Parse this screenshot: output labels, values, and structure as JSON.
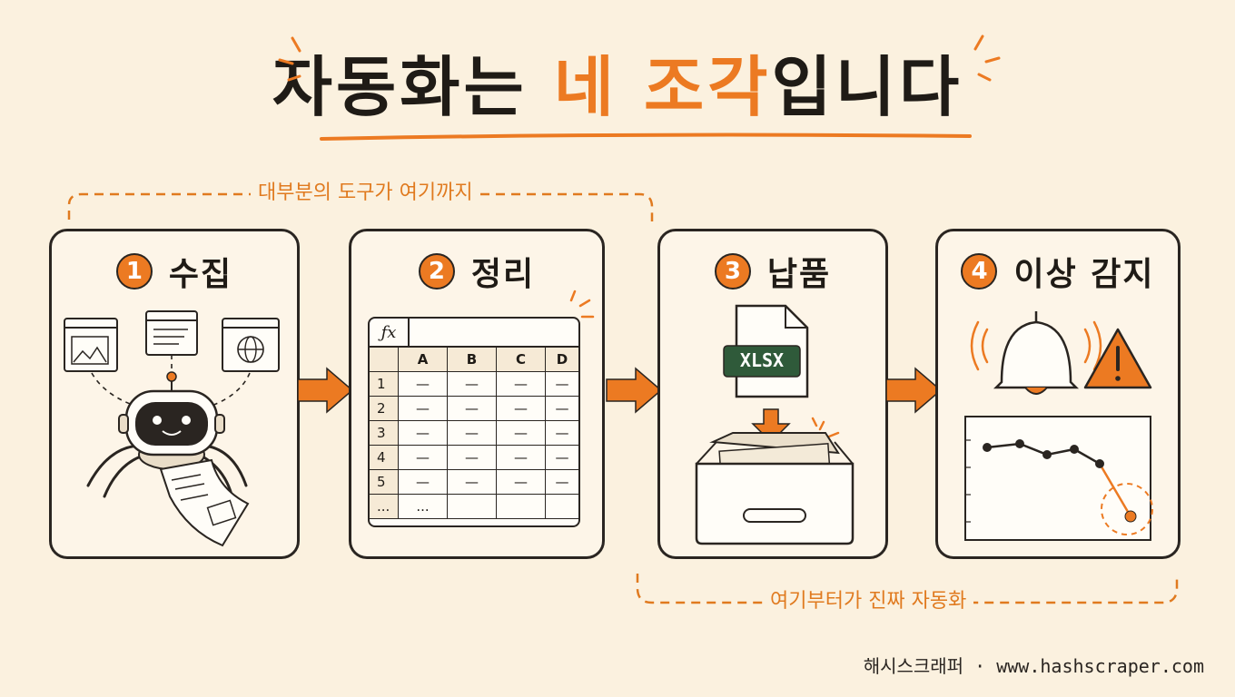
{
  "title": {
    "part1": "자동화는 ",
    "highlight": "네 조각",
    "part2": "입니다"
  },
  "annotations": {
    "top": "대부분의 도구가 여기까지",
    "bottom": "여기부터가 진짜 자동화"
  },
  "steps": [
    {
      "number": "1",
      "label": "수집"
    },
    {
      "number": "2",
      "label": "정리"
    },
    {
      "number": "3",
      "label": "납품"
    },
    {
      "number": "4",
      "label": "이상 감지"
    }
  ],
  "spreadsheet": {
    "formula_symbol": "ƒx",
    "columns": [
      "A",
      "B",
      "C",
      "D"
    ],
    "rows": [
      "1",
      "2",
      "3",
      "4",
      "5",
      "..."
    ],
    "cell_placeholder": "—",
    "ellipsis": "..."
  },
  "file_badge": "XLSX",
  "footer": "해시스크래퍼 · www.hashscraper.com",
  "colors": {
    "accent": "#ec7a22",
    "ink": "#2a2521",
    "background": "#fbf1df"
  }
}
